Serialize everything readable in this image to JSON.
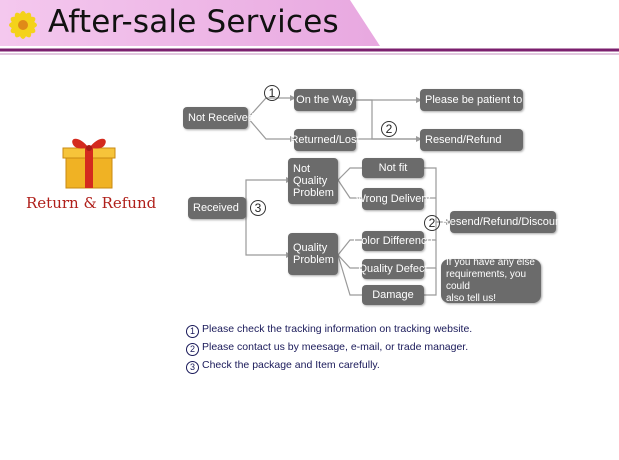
{
  "header": {
    "title": "After-sale Services"
  },
  "side": {
    "label": "Return & Refund"
  },
  "flow": {
    "not_received": "Not Received",
    "on_the_way": "On the Way",
    "returned_lost": "Returned/Lost",
    "patient": "Please be patient to wait",
    "resend_refund": "Resend/Refund",
    "received": "Received",
    "not_quality": "Not\nQuality\nProblem",
    "not_fit": "Not fit",
    "wrong_delivery": "Wrong Delivery",
    "quality": "Quality\nProblem",
    "color_difference": "Color Difference",
    "quality_defect": "Quality Defect",
    "damage": "Damage",
    "resend_refund_discount": "Resend/Refund/Discount",
    "any_else": "If you have any else\nrequirements, you could\nalso tell us!",
    "num1": "1",
    "num2": "2",
    "num3": "3"
  },
  "notes": [
    "Please check the tracking information on tracking website.",
    "Please contact us by meesage, e-mail, or trade manager.",
    "Check the package and Item carefully."
  ],
  "colors": {
    "banner": "#9b2f8f",
    "box": "#6b6b6b",
    "accent_red": "#b0201b"
  }
}
